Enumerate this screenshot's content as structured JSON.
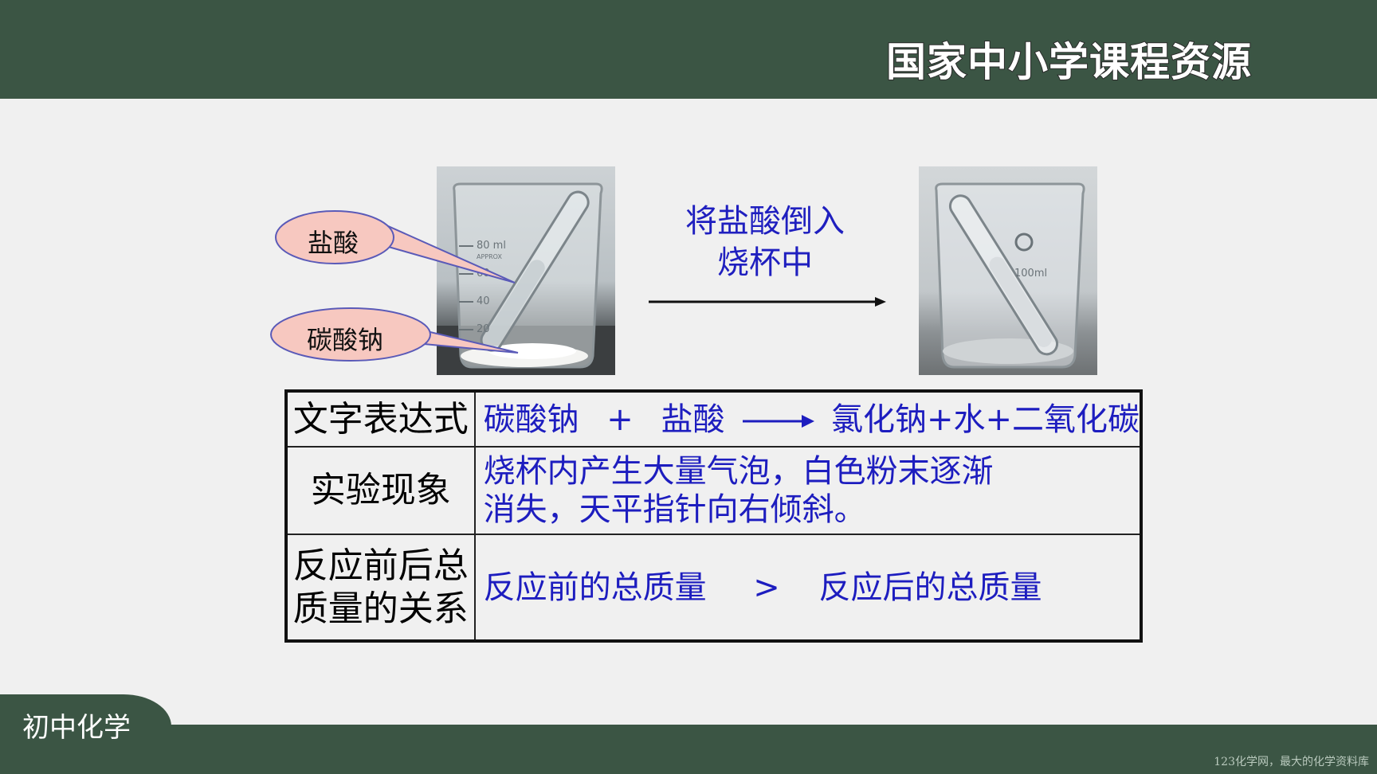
{
  "header": {
    "brand": "国家中小学课程资源"
  },
  "footer": {
    "subject": "初中化学",
    "watermark": "123化学网，最大的化学资料库"
  },
  "diagram": {
    "callout_top": "盐酸",
    "callout_bottom": "碳酸钠",
    "arrow_label_line1": "将盐酸倒入",
    "arrow_label_line2": "烧杯中",
    "beaker_left_marks": [
      "80 ml",
      "APPROX",
      "60",
      "40",
      "20"
    ],
    "beaker_right_marks": [
      "100ml"
    ]
  },
  "table": {
    "rows": [
      {
        "label": "文字表达式",
        "reactant1": "碳酸钠",
        "plus": "+",
        "reactant2": "盐酸",
        "products": "氯化钠+水+二氧化碳"
      },
      {
        "label": "实验现象",
        "line1": "烧杯内产生大量气泡，白色粉末逐渐",
        "line2": "消失，天平指针向右倾斜。"
      },
      {
        "label_line1": "反应前后总",
        "label_line2": "质量的关系",
        "left": "反应前的总质量",
        "op": ">",
        "right": "反应后的总质量"
      }
    ]
  },
  "colors": {
    "bar": "#3b5544",
    "blue_text": "#1d1dbf",
    "callout_fill": "#f7c8c0",
    "callout_border": "#5a5ab8"
  }
}
